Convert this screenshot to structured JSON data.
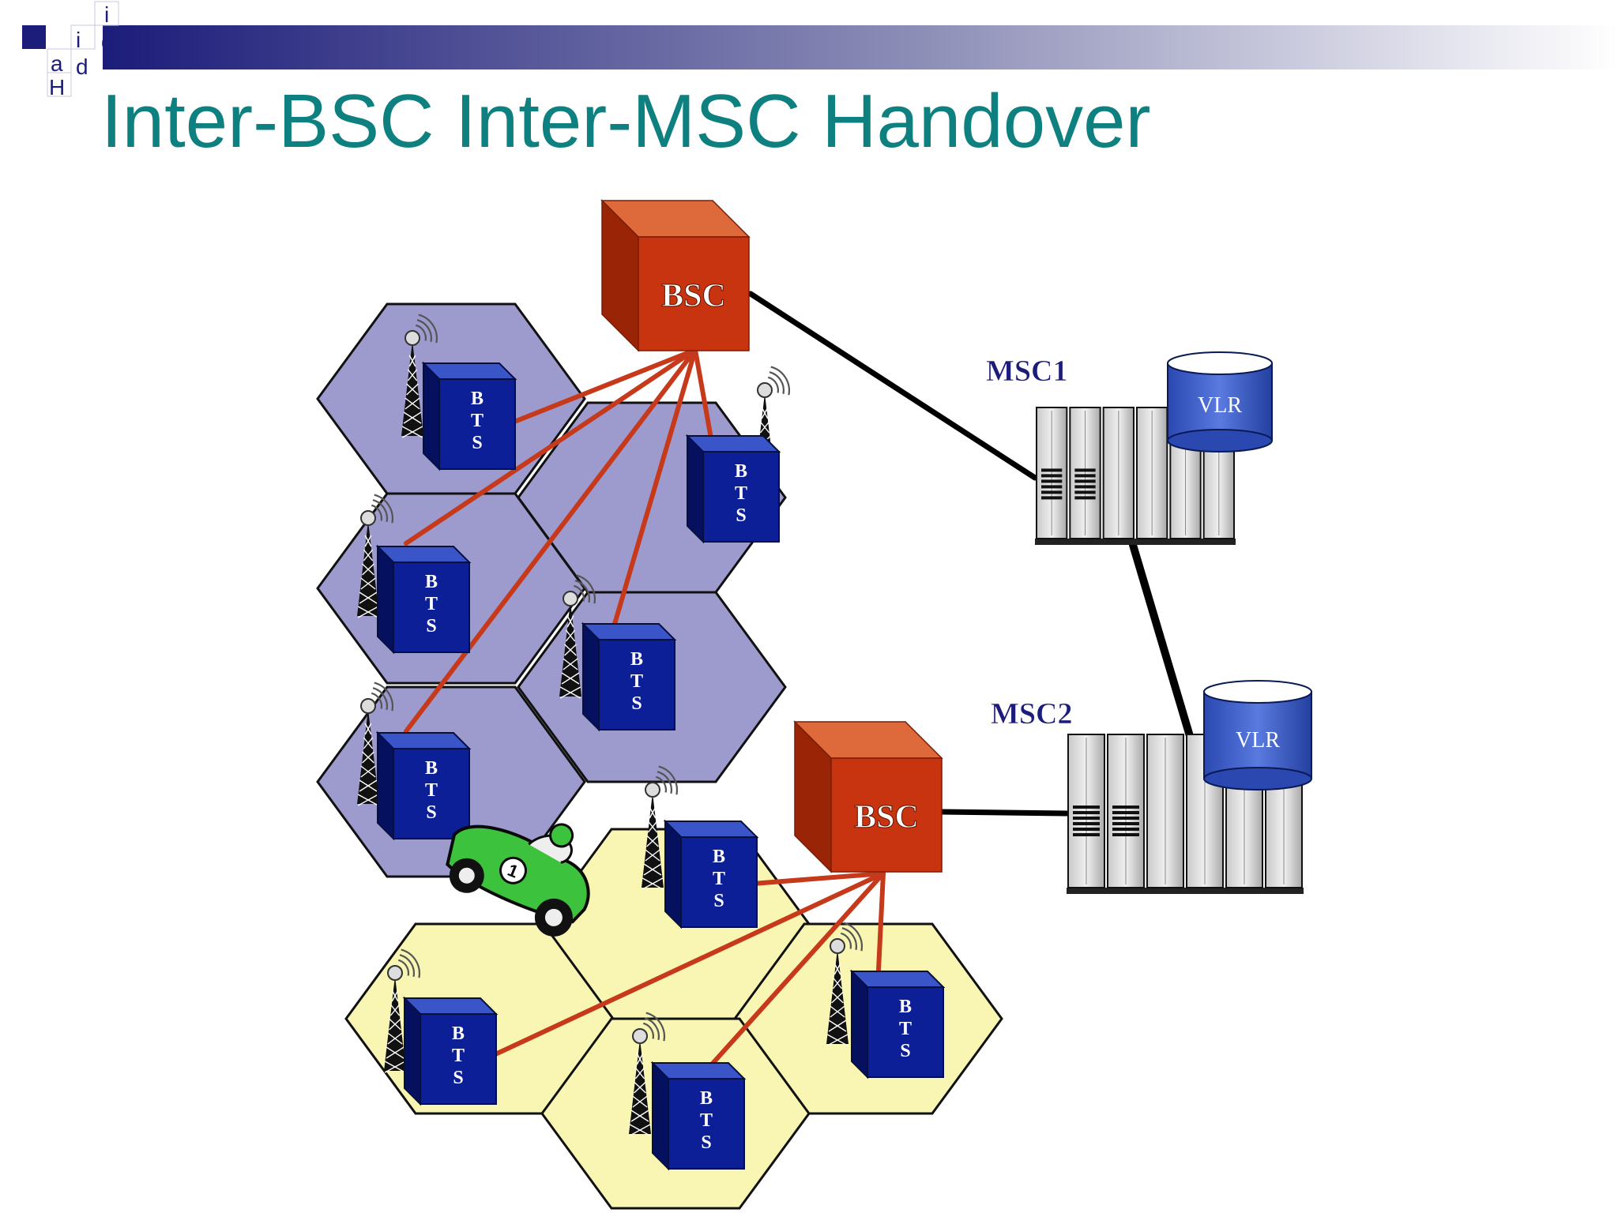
{
  "slide": {
    "title": "Inter-BSC Inter-MSC Handover",
    "logo_letters": [
      "i",
      "d",
      "i",
      "a",
      "d",
      "H"
    ]
  },
  "labels": {
    "bsc": "BSC",
    "bts": [
      "B",
      "T",
      "S"
    ],
    "msc1": "MSC1",
    "msc2": "MSC2",
    "vlr": "VLR",
    "car_number": "1"
  },
  "colors": {
    "title": "#0e8080",
    "logo_navy": "#1c1c7a",
    "cell_purple": "#9d9bce",
    "cell_yellow": "#f8f6b2",
    "bts_blue": "#0c1f96",
    "bsc_red": "#c93410",
    "link_red": "#c7391b",
    "vlr_blue": "#3f5fc8",
    "car_green": "#3dc23d"
  },
  "icons": [
    "antenna-tower-icon",
    "bts-cabinet-icon",
    "bsc-cube-icon",
    "msc-server-rack-icon",
    "vlr-database-icon",
    "car-icon"
  ]
}
